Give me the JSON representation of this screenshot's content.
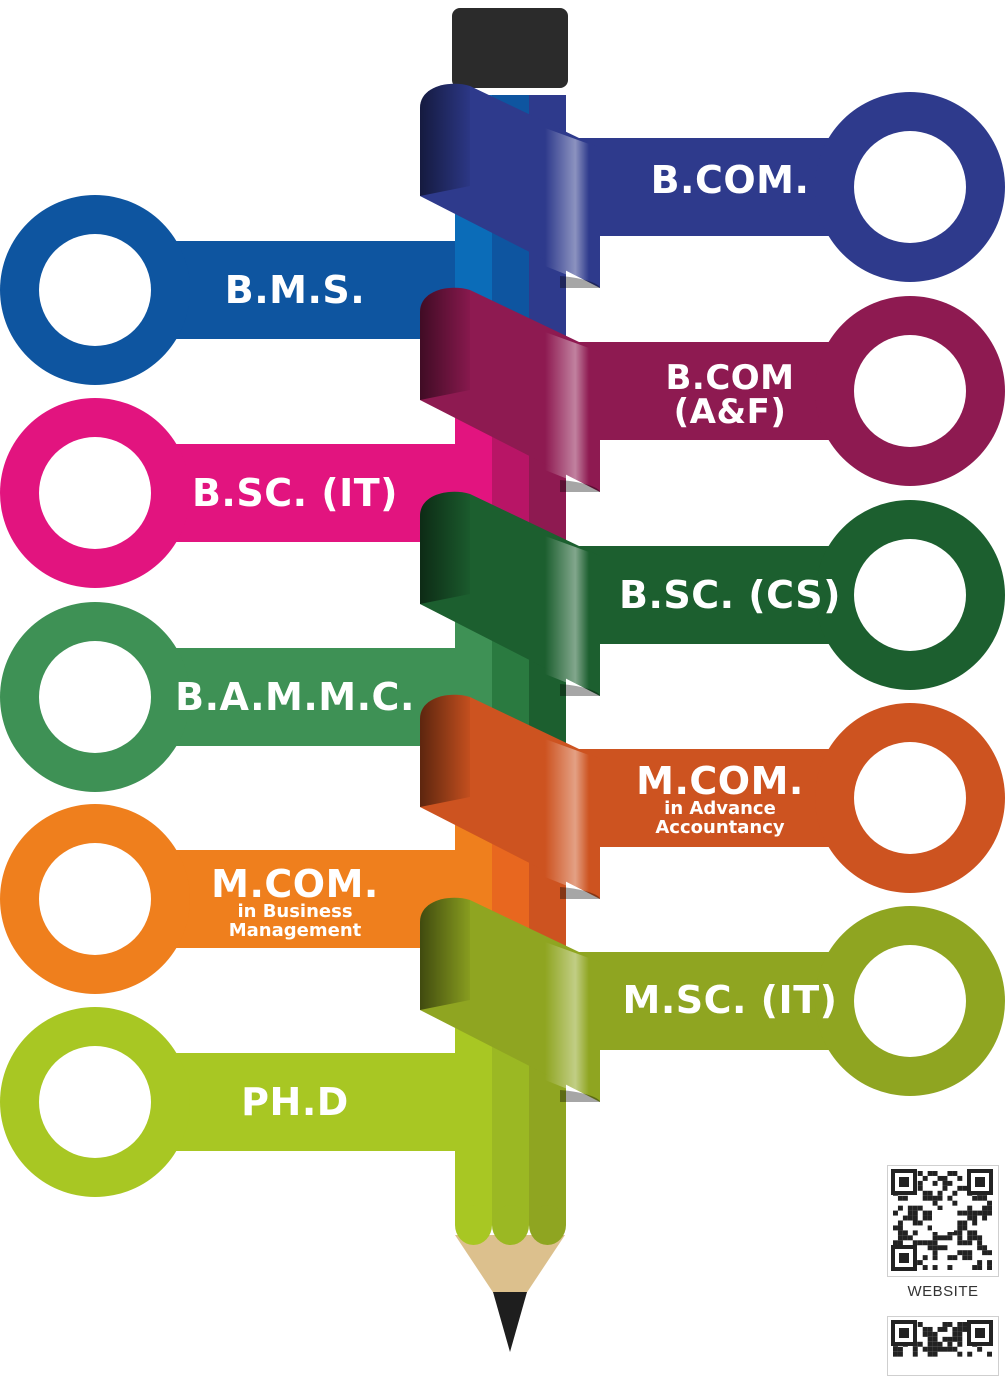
{
  "courses": [
    {
      "id": "bcom",
      "title": "B.COM.",
      "sub": [],
      "color": "#2e3a8c",
      "side": "right"
    },
    {
      "id": "bms",
      "title": "B.M.S.",
      "sub": [],
      "color": "#0e55a0",
      "side": "left"
    },
    {
      "id": "bcom-af",
      "title": "B.COM\n(A&F)",
      "sub": [],
      "color": "#8e1a51",
      "side": "right"
    },
    {
      "id": "bsc-it",
      "title": "B.SC. (IT)",
      "sub": [],
      "color": "#e2147f",
      "side": "left"
    },
    {
      "id": "bsc-cs",
      "title": "B.SC. (CS)",
      "sub": [],
      "color": "#1c5f2f",
      "side": "right"
    },
    {
      "id": "bammc",
      "title": "B.A.M.M.C.",
      "sub": [],
      "color": "#3e9155",
      "side": "left"
    },
    {
      "id": "mcom-aa",
      "title": "M.COM.",
      "sub": [
        "in Advance",
        "Accountancy"
      ],
      "color": "#cd5320",
      "side": "right"
    },
    {
      "id": "mcom-bm",
      "title": "M.COM.",
      "sub": [
        "in Business",
        "Management"
      ],
      "color": "#ef7f1d",
      "side": "left"
    },
    {
      "id": "msc-it",
      "title": "M.SC. (IT)",
      "sub": [],
      "color": "#8fa521",
      "side": "right"
    },
    {
      "id": "phd",
      "title": "PH.D",
      "sub": [],
      "color": "#a8c723",
      "side": "left"
    }
  ],
  "qr": {
    "caption": "WEBSITE"
  },
  "colors": {
    "pencil_eraser": "#2b2b2b",
    "pencil_wood": "#dcc08d",
    "pencil_lead": "#1e1e1e"
  }
}
